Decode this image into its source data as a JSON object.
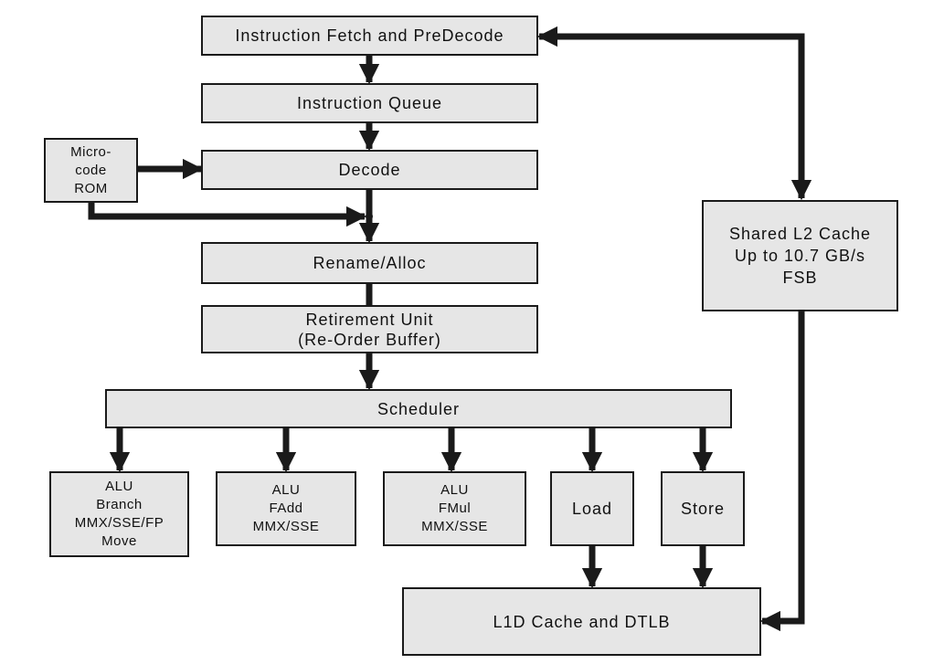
{
  "blocks": {
    "fetch": "Instruction Fetch and PreDecode",
    "queue": "Instruction Queue",
    "microcode": "Micro-\ncode\nROM",
    "decode": "Decode",
    "rename": "Rename/Alloc",
    "retire": "Retirement Unit\n(Re-Order Buffer)",
    "scheduler": "Scheduler",
    "alu1": "ALU\nBranch\nMMX/SSE/FP\nMove",
    "alu2": "ALU\nFAdd\nMMX/SSE",
    "alu3": "ALU\nFMul\nMMX/SSE",
    "load": "Load",
    "store": "Store",
    "l2": "Shared L2 Cache\nUp to 10.7 GB/s\nFSB",
    "l1d": "L1D Cache and DTLB"
  },
  "colors": {
    "box_fill": "#e6e6e6",
    "stroke": "#1a1a1a"
  }
}
